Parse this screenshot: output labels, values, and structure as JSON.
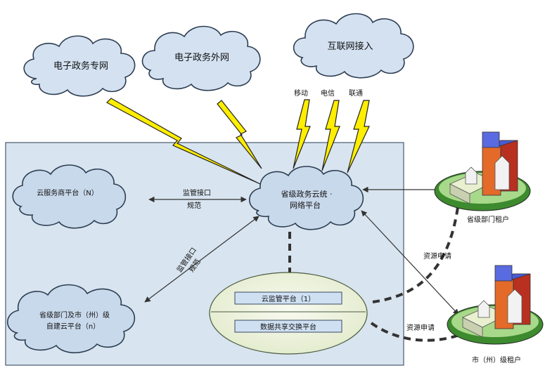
{
  "clouds": {
    "gov_private_net": "电子政务专网",
    "gov_external_net": "电子政务外网",
    "internet_access": "互联网接入",
    "cloud_service_platform": "云服务商平台（N）",
    "provincial_cloud_line1": "省级政务云统 ·",
    "provincial_cloud_line2": "网络平台",
    "self_built_line1": "省级部门及市（州）级",
    "self_built_line2": "自建云平台（n）"
  },
  "carriers": {
    "mobile": "移动",
    "telecom": "电信",
    "unicom": "联通"
  },
  "links": {
    "supervision_interface_line1": "监管接口",
    "supervision_interface_line2": "规范",
    "supervision_interface_diag_line1": "监管接口",
    "supervision_interface_diag_line2": "规范",
    "resource_request_upper": "资源申请",
    "resource_request_lower": "资源申请"
  },
  "platforms": {
    "cloud_supervision": "云监管平台（1）",
    "data_sharing": "数据共享交换平台"
  },
  "tenants": {
    "provincial_dept": "省级部门租户",
    "city_level": "市（州）级租户"
  },
  "colors": {
    "panel_fill": "#d8e4ef",
    "cloud_fill": "#c9d9ec",
    "bolt_fill": "#ffee00",
    "ellipse_fill": "#eef3dc",
    "platform_box_fill": "#cfe0f3"
  }
}
